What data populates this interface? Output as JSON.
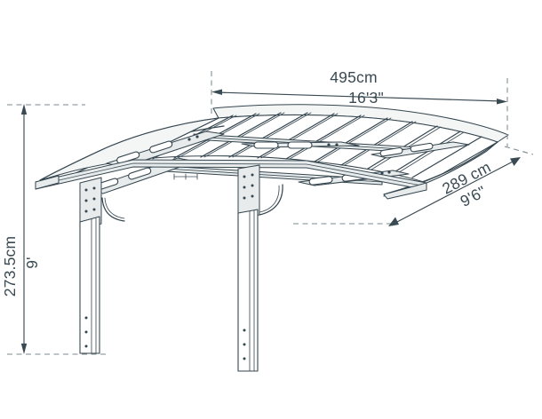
{
  "drawing": {
    "title": "Carport isometric dimension drawing",
    "subject": "curved-roof carport",
    "background_color": "#ffffff",
    "line_color": "#36464f",
    "dimension_color": "#3a4a52",
    "extension_line_color": "#7b8a90"
  },
  "dimensions": {
    "width": {
      "name": "overall-width",
      "metric": "495cm",
      "imperial": "16'3\"",
      "orientation": "horizontal",
      "position": "top"
    },
    "depth": {
      "name": "overall-depth",
      "metric": "289 cm",
      "imperial": "9'6\"",
      "orientation": "diagonal",
      "position": "right"
    },
    "height": {
      "name": "overall-height",
      "metric": "273.5cm",
      "imperial": "9'",
      "orientation": "vertical",
      "position": "left"
    }
  },
  "components": {
    "roof": "curved-arched-roof-panels",
    "rafters": "transverse-rafter-set",
    "beams": "slotted-support-beams",
    "columns": "two-vertical-posts",
    "brackets": "curved-gusset-brackets",
    "fasteners": "bolt-holes"
  }
}
